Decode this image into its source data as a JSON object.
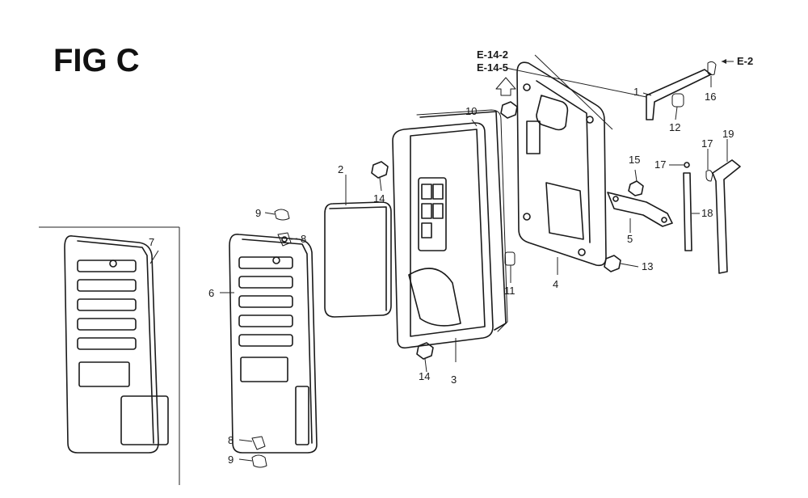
{
  "figure": {
    "title": "FIG C"
  },
  "references": {
    "e14_2": "E-14-2",
    "e14_5": "E-14-5",
    "e2": "E-2"
  },
  "callouts": {
    "c1": "1",
    "c2": "2",
    "c3": "3",
    "c4": "4",
    "c5": "5",
    "c6": "6",
    "c7": "7",
    "c8a": "8",
    "c8b": "8",
    "c9a": "9",
    "c9b": "9",
    "c10": "10",
    "c11": "11",
    "c12": "12",
    "c13": "13",
    "c14a": "14",
    "c14b": "14",
    "c15": "15",
    "c16": "16",
    "c17a": "17",
    "c17b": "17",
    "c18": "18",
    "c19": "19"
  }
}
